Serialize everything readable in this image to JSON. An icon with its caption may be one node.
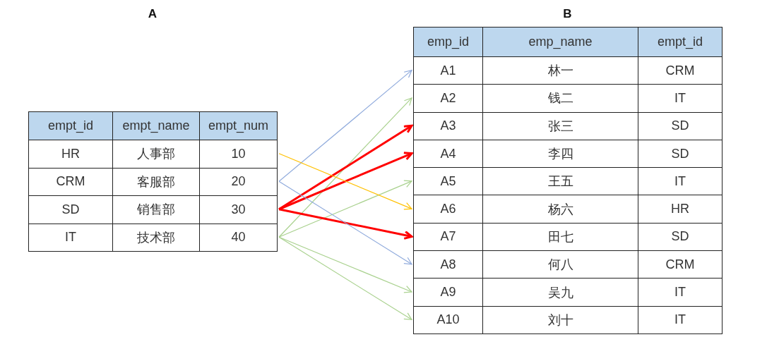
{
  "diagram": {
    "nodes": [
      {
        "text": [
          "A"
        ]
      },
      {
        "text": [
          "empt_id",
          "empt_name",
          "empt_num"
        ],
        "in": 0
      },
      {
        "text": [
          "HR",
          "人事部",
          "10"
        ],
        "in": 0
      },
      {
        "text": [
          "CRM",
          "客服部",
          "20"
        ],
        "in": 0
      },
      {
        "text": [
          "SD",
          "销售部",
          "30"
        ],
        "in": 0
      },
      {
        "text": [
          "IT",
          "技术部",
          "40"
        ],
        "in": 0
      },
      {
        "text": [
          "B"
        ]
      },
      {
        "text": [
          "emp_id",
          "emp_name",
          "empt_id"
        ],
        "in": 6
      },
      {
        "text": [
          "A1",
          "林一",
          "CRM"
        ],
        "in": 6
      },
      {
        "text": [
          "A2",
          "钱二",
          "IT"
        ],
        "in": 6
      },
      {
        "text": [
          "A3",
          "张三",
          "SD"
        ],
        "in": 6
      },
      {
        "text": [
          "A4",
          "李四",
          "SD"
        ],
        "in": 6
      },
      {
        "text": [
          "A5",
          "王五",
          "IT"
        ],
        "in": 6
      },
      {
        "text": [
          "A6",
          "杨六",
          "HR"
        ],
        "in": 6
      },
      {
        "text": [
          "A7",
          "田七",
          "SD"
        ],
        "in": 6
      },
      {
        "text": [
          "A8",
          "何八",
          "CRM"
        ],
        "in": 6
      },
      {
        "text": [
          "A9",
          "吴九",
          "IT"
        ],
        "in": 6
      },
      {
        "text": [
          "A10",
          "刘十",
          "IT"
        ],
        "in": 6
      }
    ],
    "edges": [
      {
        "from": 3,
        "to": 8,
        "arrow": "to",
        "color": "#8faadc"
      },
      {
        "from": 5,
        "to": 9,
        "arrow": "to"
      },
      {
        "from": 4,
        "to": 10,
        "arrow": "to",
        "style": "thick",
        "color": "#ff0000"
      },
      {
        "from": 4,
        "to": 11,
        "arrow": "to",
        "style": "thick",
        "color": "#ff0000"
      },
      {
        "from": 5,
        "to": 12,
        "arrow": "to"
      },
      {
        "from": 2,
        "to": 13,
        "arrow": "to",
        "color": "#ffc000"
      },
      {
        "from": 4,
        "to": 14,
        "arrow": "to",
        "style": "thick",
        "color": "#ff0000"
      },
      {
        "from": 3,
        "to": 15,
        "arrow": "to",
        "color": "#8faadc"
      },
      {
        "from": 5,
        "to": 16,
        "arrow": "to"
      },
      {
        "from": 5,
        "to": 17,
        "arrow": "to"
      }
    ]
  }
}
